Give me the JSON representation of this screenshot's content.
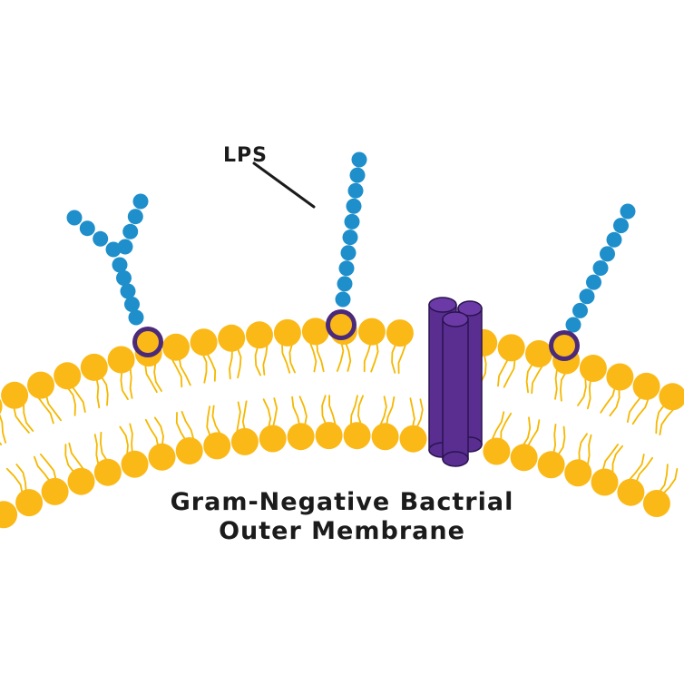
{
  "labels": {
    "lps": "LPS",
    "caption_line1": "Gram-Negative Bactrial",
    "caption_line2": "Outer Membrane"
  },
  "colors": {
    "lipid_head": "#FBB917",
    "lipid_tail": "#F5B800",
    "lps_bead": "#1E8FCB",
    "lps_anchor_ring": "#4B2A7A",
    "porin": "#5A2E91",
    "porin_outline": "#2A1450",
    "text": "#1b1b1b"
  },
  "icons": {
    "porin": "porin-protein-cylinders",
    "lipid": "phospholipid-head-with-tails",
    "lps": "lipopolysaccharide-chain"
  }
}
